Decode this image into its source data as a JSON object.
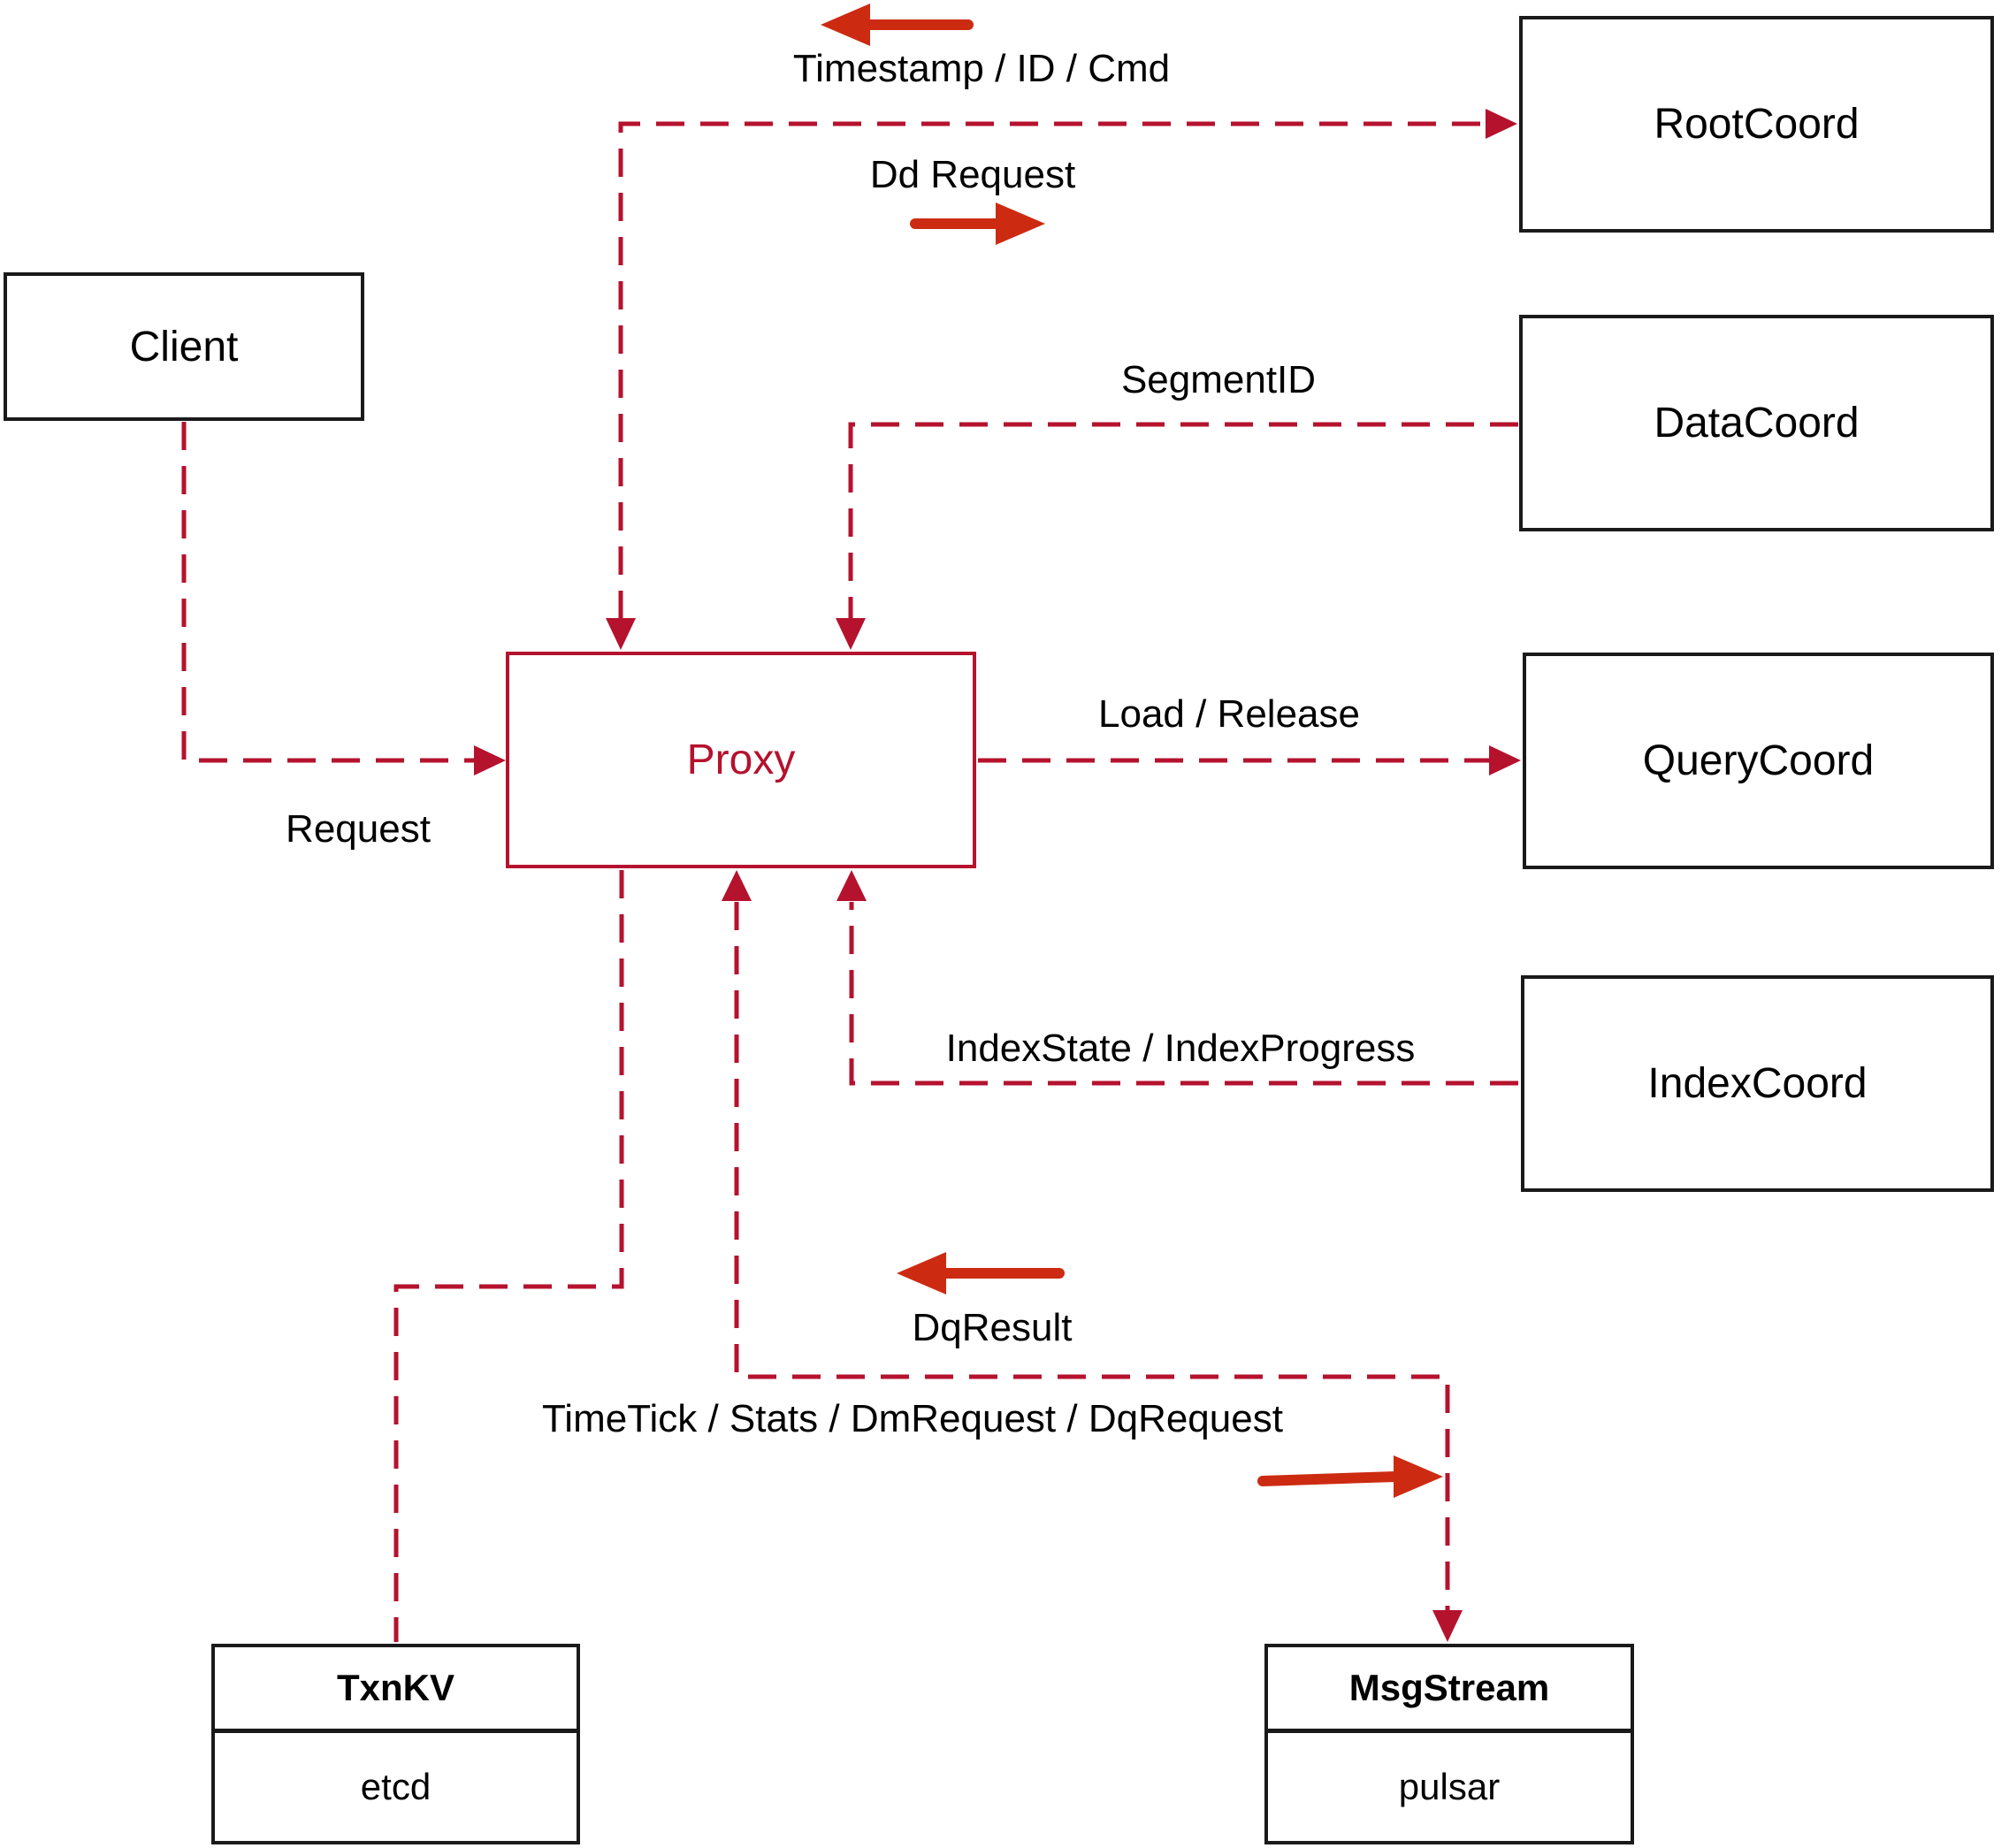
{
  "diagram": {
    "nodes": {
      "client": {
        "label": "Client"
      },
      "proxy": {
        "label": "Proxy"
      },
      "root_coord": {
        "label": "RootCoord"
      },
      "data_coord": {
        "label": "DataCoord"
      },
      "query_coord": {
        "label": "QueryCoord"
      },
      "index_coord": {
        "label": "IndexCoord"
      },
      "txn_kv": {
        "title": "TxnKV",
        "body": "etcd"
      },
      "msg_stream": {
        "title": "MsgStream",
        "body": "pulsar"
      }
    },
    "edge_labels": {
      "timestamp_id_cmd": "Timestamp / ID / Cmd",
      "dd_request": "Dd Request",
      "segment_id": "SegmentID",
      "load_release": "Load / Release",
      "index_state_progress": "IndexState / IndexProgress",
      "dq_result": "DqResult",
      "timetick_stats": "TimeTick / Stats / DmRequest / DqRequest",
      "request": "Request"
    },
    "colors": {
      "connector_red": "#b5122e",
      "solid_arrow_red": "#cc2b12",
      "box_border_black": "#1a1a1a",
      "text_black": "#000000",
      "background": "#ffffff"
    }
  }
}
